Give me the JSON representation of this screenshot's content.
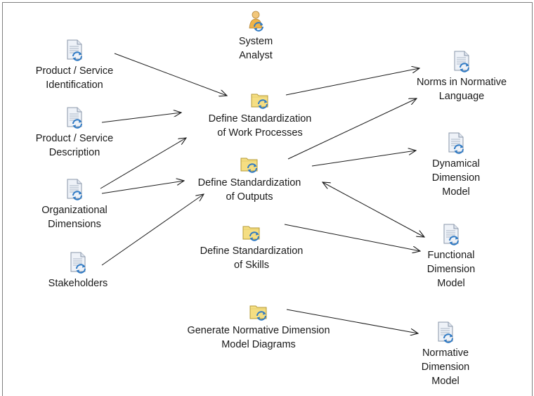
{
  "diagram": {
    "roles": [
      {
        "id": "system-analyst",
        "lines": [
          "System",
          "Analyst"
        ],
        "icon": "person-role-icon"
      }
    ],
    "tasks": [
      {
        "id": "task-work-processes",
        "lines": [
          "Define Standardization",
          "of Work Processes"
        ],
        "icon": "task-folder-icon"
      },
      {
        "id": "task-outputs",
        "lines": [
          "Define Standardization",
          "of Outputs"
        ],
        "icon": "task-folder-icon"
      },
      {
        "id": "task-skills",
        "lines": [
          "Define Standardization",
          "of Skills"
        ],
        "icon": "task-folder-icon"
      },
      {
        "id": "task-diagrams",
        "lines": [
          "Generate Normative Dimension",
          "Model Diagrams"
        ],
        "icon": "task-folder-icon"
      }
    ],
    "inputs": [
      {
        "id": "input-identification",
        "lines": [
          "Product / Service",
          "Identification"
        ],
        "icon": "work-product-icon"
      },
      {
        "id": "input-description",
        "lines": [
          "Product / Service",
          "Description"
        ],
        "icon": "work-product-icon"
      },
      {
        "id": "input-org-dimensions",
        "lines": [
          "Organizational",
          "Dimensions"
        ],
        "icon": "work-product-icon"
      },
      {
        "id": "input-stakeholders",
        "lines": [
          "Stakeholders"
        ],
        "icon": "work-product-icon"
      }
    ],
    "outputs": [
      {
        "id": "output-norms",
        "lines": [
          "Norms in Normative",
          "Language"
        ],
        "icon": "work-product-icon"
      },
      {
        "id": "output-dynamical",
        "lines": [
          "Dynamical",
          "Dimension",
          "Model"
        ],
        "icon": "work-product-icon"
      },
      {
        "id": "output-functional",
        "lines": [
          "Functional",
          "Dimension",
          "Model"
        ],
        "icon": "work-product-icon"
      },
      {
        "id": "output-normative",
        "lines": [
          "Normative",
          "Dimension",
          "Model"
        ],
        "icon": "work-product-icon"
      }
    ]
  },
  "colors": {
    "document_page": "#eef2f8",
    "document_border": "#8a97aa",
    "document_lines": "#a9b5c6",
    "folder_fill": "#f5de82",
    "folder_border": "#b59a37",
    "cycle_blue": "#2f7ac4",
    "person_head": "#f2c77b",
    "person_body": "#f0b447",
    "arrow": "#1a1a1a"
  }
}
